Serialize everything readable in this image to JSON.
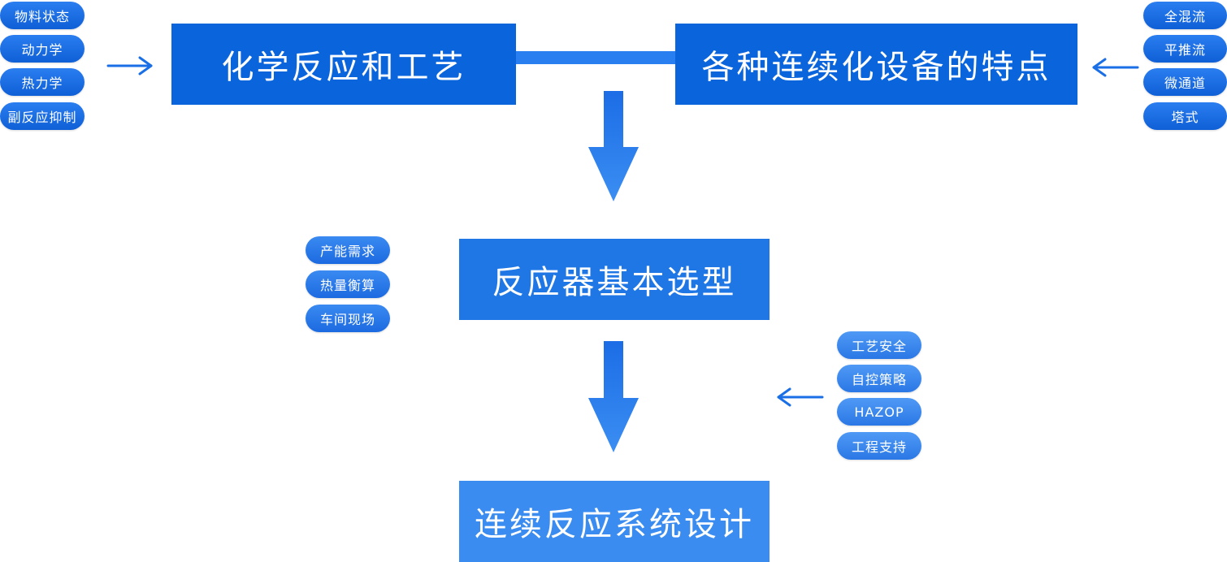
{
  "boxes": {
    "chem_process": "化学反应和工艺",
    "equipment_features": "各种连续化设备的特点",
    "reactor_selection": "反应器基本选型",
    "system_design": "连续反应系统设计"
  },
  "left_top_pills": [
    "物料状态",
    "动力学",
    "热力学",
    "副反应抑制"
  ],
  "right_top_pills": [
    "全混流",
    "平推流",
    "微通道",
    "塔式"
  ],
  "middle_left_pills": [
    "产能需求",
    "热量衡算",
    "车间现场"
  ],
  "middle_right_pills": [
    "工艺安全",
    "自控策略",
    "HAZOP",
    "工程支持"
  ],
  "colors": {
    "primary": "#0a64dc",
    "medium": "#1f77e6",
    "light": "#3a8cf0",
    "arrow": "#2a7ff0"
  }
}
